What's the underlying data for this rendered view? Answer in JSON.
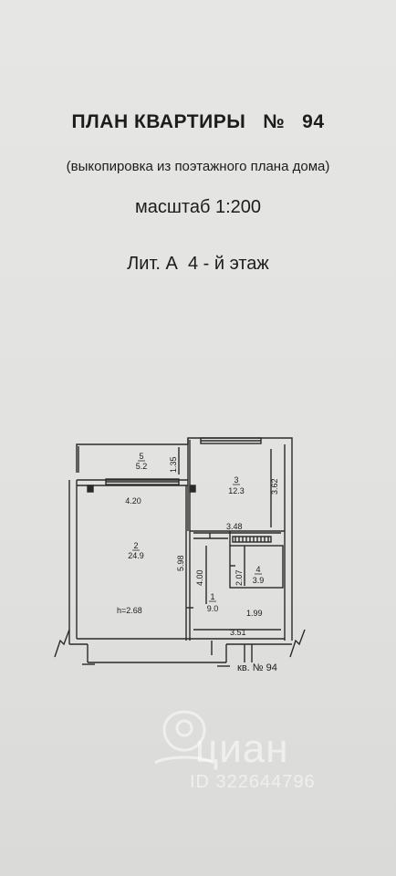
{
  "header": {
    "title": "ПЛАН КВАРТИРЫ   №   94",
    "subtitle": "(выкопировка из поэтажного плана дома)",
    "scale": "масштаб 1:200",
    "floor": "Лит. А  4 - й этаж"
  },
  "plan": {
    "rooms": [
      {
        "number": "1",
        "area": "9.0"
      },
      {
        "number": "2",
        "area": "24.9"
      },
      {
        "number": "3",
        "area": "12.3"
      },
      {
        "number": "4",
        "area": "3.9"
      },
      {
        "number": "5",
        "area": "5.2"
      }
    ],
    "dimensions": {
      "d_420": "4.20",
      "d_135": "1.35",
      "d_362": "3.62",
      "d_348": "3.48",
      "d_598": "5.98",
      "d_400": "4.00",
      "d_207": "2.07",
      "d_199": "1.99",
      "d_351": "3.51"
    },
    "ceiling_height": "h=2.68",
    "apartment_label": "кв. № 94"
  },
  "watermark": {
    "brand": "циан",
    "id": "ID 322644796"
  }
}
